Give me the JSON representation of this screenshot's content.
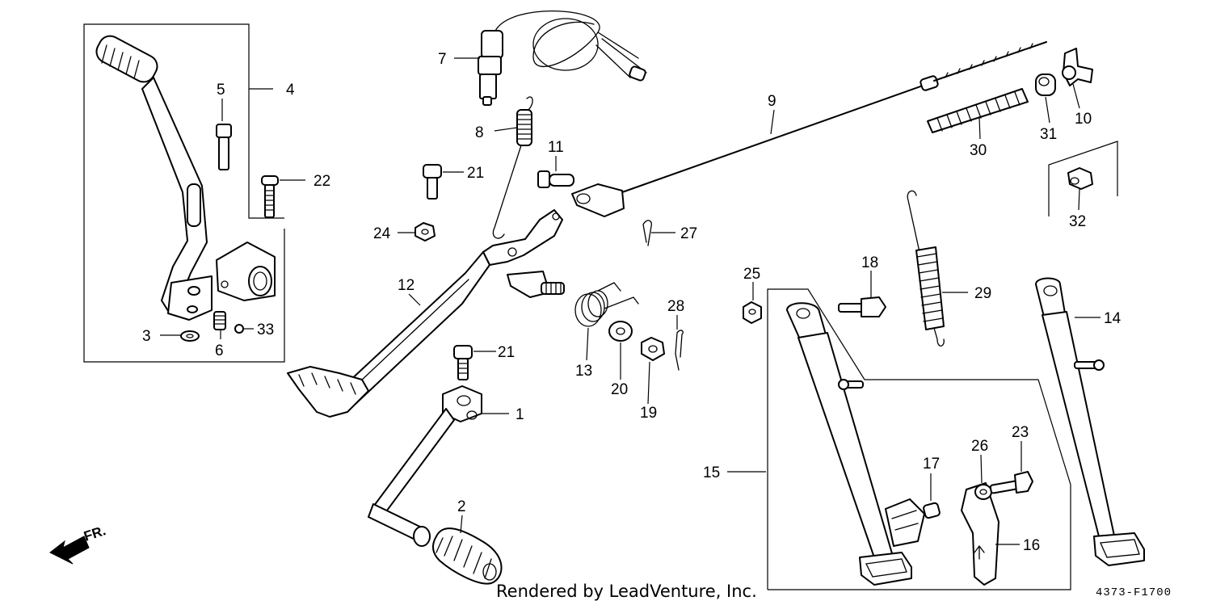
{
  "footer": {
    "credit": "Rendered by LeadVenture, Inc.",
    "drawing_code": "4373-F1700"
  },
  "direction": {
    "label": "FR."
  },
  "callouts": {
    "c1": "1",
    "c2": "2",
    "c3": "3",
    "c4": "4",
    "c5": "5",
    "c6": "6",
    "c7": "7",
    "c8": "8",
    "c9": "9",
    "c10": "10",
    "c11": "11",
    "c12": "12",
    "c13": "13",
    "c14": "14",
    "c15": "15",
    "c16": "16",
    "c17": "17",
    "c18": "18",
    "c19": "19",
    "c20": "20",
    "c21a": "21",
    "c21b": "21",
    "c22": "22",
    "c23": "23",
    "c24": "24",
    "c25": "25",
    "c26": "26",
    "c27": "27",
    "c28": "28",
    "c29": "29",
    "c30": "30",
    "c31": "31",
    "c32": "32",
    "c33": "33"
  }
}
